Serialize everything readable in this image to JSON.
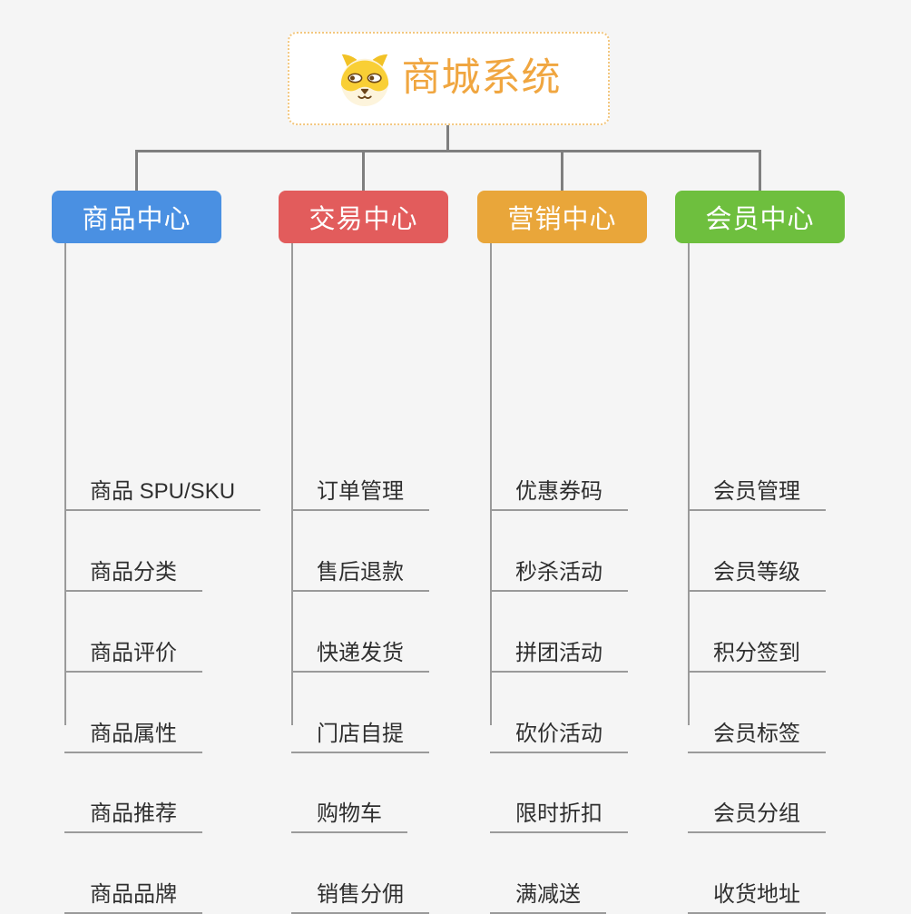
{
  "root": {
    "title": "商城系统",
    "title_color": "#f0a640",
    "border_color": "#f3c77f",
    "icon": "doge-icon"
  },
  "branches": [
    {
      "id": "product-center",
      "label": "商品中心",
      "color": "#4a90e2",
      "items": [
        "商品 SPU/SKU",
        "商品分类",
        "商品评价",
        "商品属性",
        "商品推荐",
        "商品品牌"
      ]
    },
    {
      "id": "trade-center",
      "label": "交易中心",
      "color": "#e25c5c",
      "items": [
        "订单管理",
        "售后退款",
        "快递发货",
        "门店自提",
        "购物车",
        "销售分佣"
      ]
    },
    {
      "id": "marketing-center",
      "label": "营销中心",
      "color": "#e9a63a",
      "items": [
        "优惠券码",
        "秒杀活动",
        "拼团活动",
        "砍价活动",
        "限时折扣",
        "满减送"
      ]
    },
    {
      "id": "member-center",
      "label": "会员中心",
      "color": "#6ebf3e",
      "items": [
        "会员管理",
        "会员等级",
        "积分签到",
        "会员标签",
        "会员分组",
        "收货地址"
      ]
    }
  ],
  "connector_color": "#7f7f7f",
  "underline_color": "#9a9a9a",
  "background_color": "#f5f5f5"
}
